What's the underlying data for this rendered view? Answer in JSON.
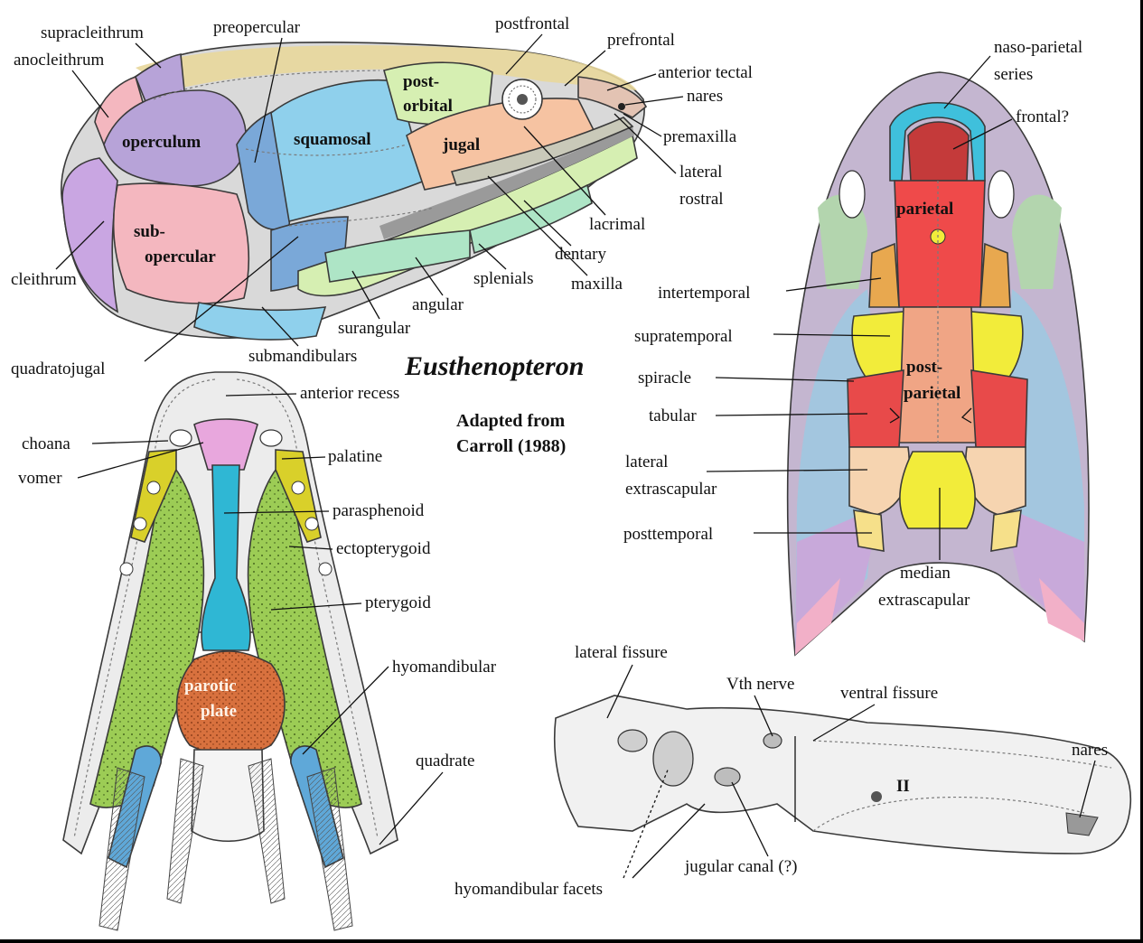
{
  "title": "Eusthenopteron",
  "credit_line1": "Adapted from",
  "credit_line2": "Carroll (1988)",
  "colors": {
    "background": "#000000",
    "paper": "#ffffff",
    "operculum": "#b7a3d8",
    "subopercular": "#f4b7bf",
    "squamosal": "#8fd0ec",
    "postorbital": "#d6efb2",
    "jugal": "#f6c3a2",
    "parietal": "#ef4a4a",
    "frontal": "#c43a3a",
    "postparietal": "#f0a585",
    "supratemporal": "#f2ec3a",
    "nasoparietal": "#3fc0dc",
    "pterygoid": "#9ccc55",
    "parasphenoid": "#2fb7d4",
    "parotic_plate": "#d8713e",
    "vomer": "#e8a7dd",
    "hyomandibular": "#5fa8d8"
  },
  "lateral_view": {
    "bone_labels": {
      "operculum": "operculum",
      "squamosal": "squamosal",
      "postorbital_1": "post-",
      "postorbital_2": "orbital",
      "jugal": "jugal",
      "subopercular_1": "sub-",
      "subopercular_2": "opercular"
    },
    "labels": {
      "supracleithrum": "supracleithrum",
      "anocleithrum": "anocleithrum",
      "preopercular": "preopercular",
      "postfrontal": "postfrontal",
      "prefrontal": "prefrontal",
      "anterior_tectal": "anterior tectal",
      "nares": "nares",
      "premaxilla": "premaxilla",
      "lateral_rostral_1": "lateral",
      "lateral_rostral_2": "rostral",
      "lacrimal": "lacrimal",
      "dentary": "dentary",
      "maxilla": "maxilla",
      "splenials": "splenials",
      "angular": "angular",
      "surangular": "surangular",
      "submandibulars": "submandibulars",
      "cleithrum": "cleithrum",
      "quadratojugal": "quadratojugal"
    }
  },
  "dorsal_view": {
    "bone_labels": {
      "parietal": "parietal",
      "postparietal_1": "post-",
      "postparietal_2": "parietal"
    },
    "labels": {
      "nasoparietal_1": "naso-parietal",
      "nasoparietal_2": "series",
      "frontal": "frontal?",
      "intertemporal": "intertemporal",
      "supratemporal": "supratemporal",
      "spiracle": "spiracle",
      "tabular": "tabular",
      "lateral_extrascapular_1": "lateral",
      "lateral_extrascapular_2": "extrascapular",
      "posttemporal": "posttemporal",
      "median_extrascapular_1": "median",
      "median_extrascapular_2": "extrascapular"
    }
  },
  "palatal_view": {
    "bone_labels": {
      "parotic_1": "parotic",
      "parotic_2": "plate"
    },
    "labels": {
      "anterior_recess": "anterior recess",
      "choana": "choana",
      "palatine": "palatine",
      "vomer": "vomer",
      "parasphenoid": "parasphenoid",
      "ectopterygoid": "ectopterygoid",
      "pterygoid": "pterygoid",
      "hyomandibular": "hyomandibular",
      "quadrate": "quadrate"
    }
  },
  "braincase_view": {
    "labels": {
      "lateral_fissure": "lateral fissure",
      "vth_nerve": "Vth nerve",
      "ventral_fissure": "ventral fissure",
      "nares": "nares",
      "ii": "II",
      "jugular_canal": "jugular canal (?)",
      "hyomandibular_facets": "hyomandibular facets"
    }
  }
}
